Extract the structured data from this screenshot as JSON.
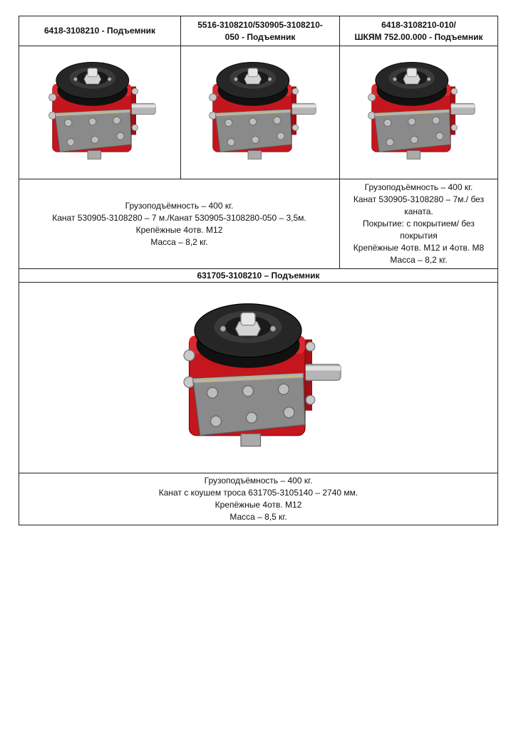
{
  "products": [
    {
      "title_lines": [
        "6418-3108210 - Подъемник"
      ],
      "description_lines": []
    },
    {
      "title_lines": [
        "5516-3108210/530905-3108210-",
        "050 - Подъемник"
      ],
      "description_lines": []
    },
    {
      "title_lines": [
        "6418-3108210-010/",
        "ШКЯМ 752.00.000 - Подъемник"
      ],
      "description_lines": [
        "Грузоподъёмность – 400 кг.",
        "Канат 530905-3108280 – 7м./ без",
        "каната.",
        "Покрытие: с покрытием/ без",
        "покрытия",
        "Крепёжные 4отв. М12 и 4отв. М8",
        "Масса – 8,2 кг."
      ]
    }
  ],
  "shared_description_lines": [
    "Грузоподъёмность – 400 кг.",
    "Канат 530905-3108280 – 7 м./Канат 530905-3108280-050 – 3,5м.",
    "Крепёжные 4отв. М12",
    "Масса – 8,2 кг."
  ],
  "bottom_product": {
    "title": "631705-3108210 – Подъемник",
    "description_lines": [
      "Грузоподъёмность – 400 кг.",
      "Канат с коушем троса 631705-3105140 – 2740 мм.",
      "Крепёжные 4отв. М12",
      "Масса – 8,5 кг."
    ]
  },
  "colors": {
    "housing_red": "#c4161c",
    "pulley_black": "#1e1e1e",
    "plate_gray": "#8a8a8a",
    "bolt_silver": "#c9c9c9"
  }
}
